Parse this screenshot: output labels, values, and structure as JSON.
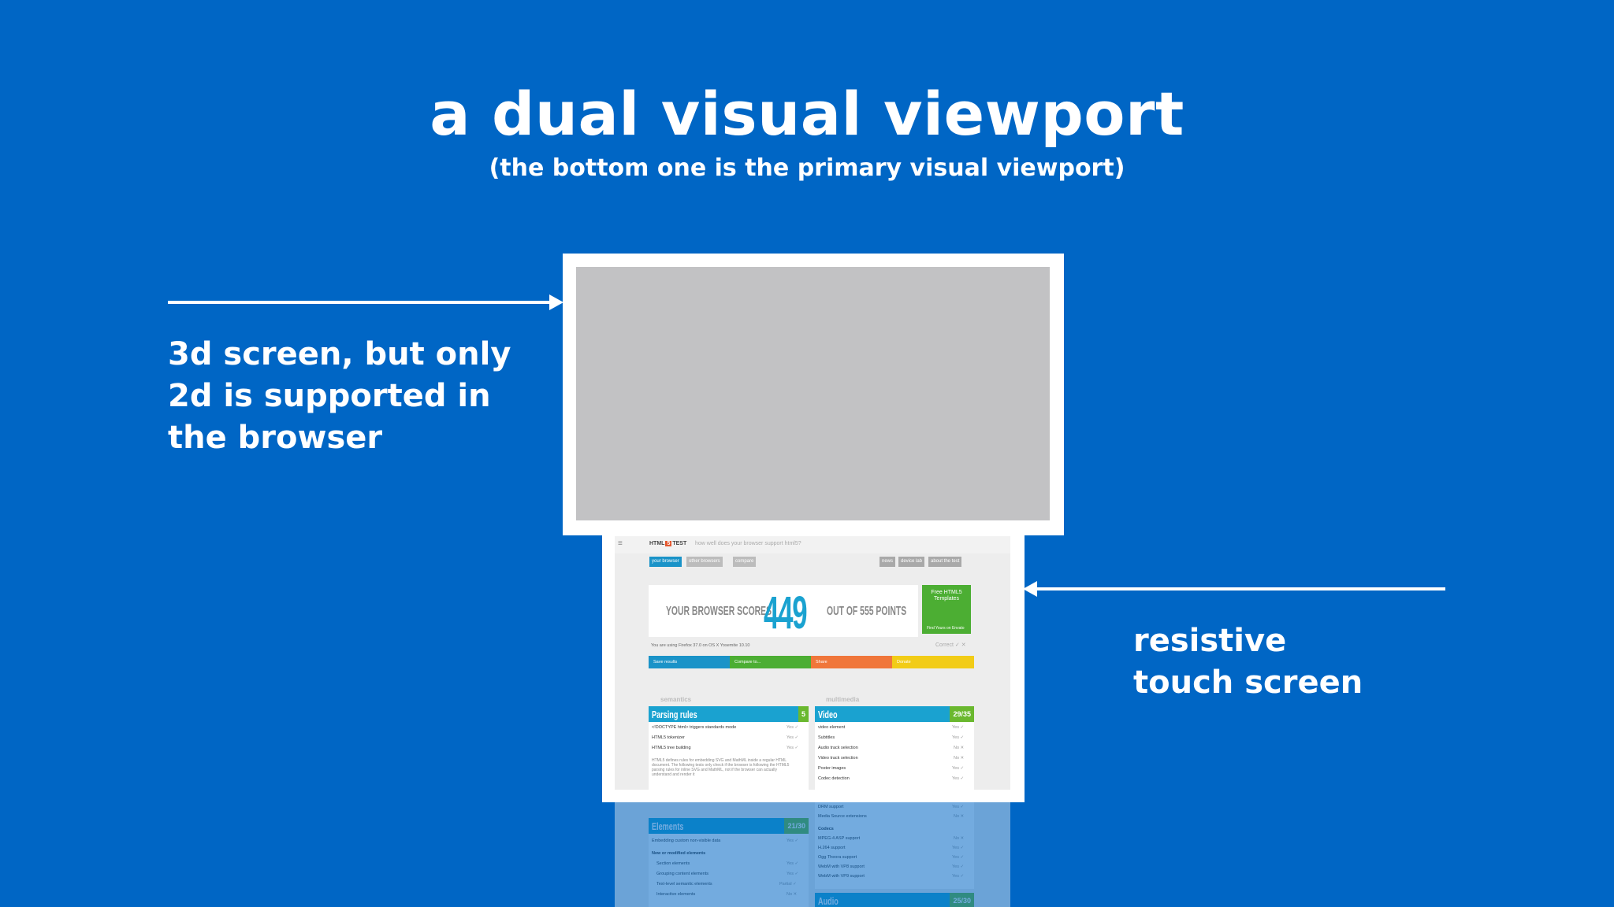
{
  "slide": {
    "title": "a dual visual viewport",
    "subtitle": "(the bottom one is the primary visual viewport)",
    "left_caption": [
      "3d screen, but only",
      "2d is supported in",
      "the browser"
    ],
    "right_caption": [
      "resistive",
      "touch screen"
    ],
    "colors": {
      "background": "#0066c5",
      "accent": "#1aa2d0",
      "score_green": "#6ab82f"
    }
  },
  "browser": {
    "menu_icon": "≡",
    "logo_prefix": "HTML",
    "logo_five": "5",
    "logo_suffix": "TEST",
    "tagline": "how well does your browser support html5?",
    "tabs": [
      "your browser",
      "other browsers",
      "compare"
    ],
    "right_tabs": [
      "news",
      "device lab",
      "about the test"
    ],
    "score_left": "YOUR BROWSER SCORES",
    "score_value": "449",
    "score_right": "OUT OF 555 POINTS",
    "ad_text": "Free HTML5 Templates",
    "ad_foot": "Find Yours on Envato",
    "using_text": "You are using Firefox 37.0 on OS X Yosemite 10.10",
    "using_right": "Correct ✓ ✕",
    "actions": [
      {
        "label": "Save results",
        "color": "#1a93c8"
      },
      {
        "label": "Compare to...",
        "color": "#4cae33"
      },
      {
        "label": "Share",
        "color": "#f0763a"
      },
      {
        "label": "Donate",
        "color": "#f2cc17"
      }
    ],
    "section_semantics": "semantics",
    "section_multimedia": "multimedia",
    "parsing": {
      "title": "Parsing rules",
      "score": "5",
      "rows": [
        {
          "label": "<!DOCTYPE html> triggers standards mode",
          "value": "Yes ✓"
        },
        {
          "label": "HTML5 tokenizer",
          "value": "Yes ✓"
        },
        {
          "label": "HTML5 tree building",
          "value": "Yes ✓"
        }
      ],
      "note": "HTML5 defines rules for embedding SVG and MathML inside a regular HTML document. The following tests only check if the browser is following the HTML5 parsing rules for inline SVG and MathML, not if the browser can actually understand and render it"
    },
    "video": {
      "title": "Video",
      "score": "29/35",
      "rows": [
        {
          "label": "video element",
          "value": "Yes ✓"
        },
        {
          "label": "Subtitles",
          "value": "Yes ✓"
        },
        {
          "label": "Audio track selection",
          "value": "No ✕"
        },
        {
          "label": "Video track selection",
          "value": "No ✕"
        },
        {
          "label": "Poster images",
          "value": "Yes ✓"
        },
        {
          "label": "Codec detection",
          "value": "Yes ✓"
        }
      ]
    }
  },
  "ghost": {
    "elements": {
      "title": "Elements",
      "score": "21/30",
      "rows": [
        {
          "label": "Embedding custom non-visible data",
          "value": "Yes ✓"
        },
        {
          "label": "New or modified elements",
          "value": ""
        },
        {
          "label": "Section elements",
          "value": "Yes ✓"
        },
        {
          "label": "Grouping content elements",
          "value": "Yes ✓"
        },
        {
          "label": "Text-level semantic elements",
          "value": "Partial ✓"
        },
        {
          "label": "Interactive elements",
          "value": "No ✕"
        }
      ]
    },
    "video_rows": [
      {
        "label": "DRM support",
        "value": "Yes ✓"
      },
      {
        "label": "Media Source extensions",
        "value": "No ✕"
      },
      {
        "label": "Codecs",
        "value": ""
      },
      {
        "label": "MPEG-4 ASP support",
        "value": "No ✕"
      },
      {
        "label": "H.264 support",
        "value": "Yes ✓"
      },
      {
        "label": "Ogg Theora support",
        "value": "Yes ✓"
      },
      {
        "label": "WebM with VP8 support",
        "value": "Yes ✓"
      },
      {
        "label": "WebM with VP9 support",
        "value": "Yes ✓"
      }
    ],
    "audio": {
      "title": "Audio",
      "score": "25/30"
    }
  }
}
